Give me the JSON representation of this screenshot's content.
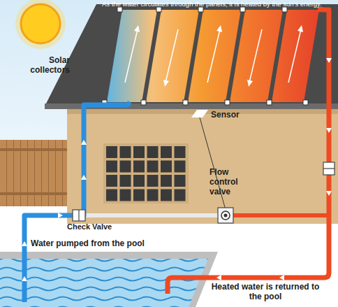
{
  "diagram": {
    "labels": [
      "As the water circulates through the panels, it is heated by the sun's energy.",
      "Solar collectors",
      "Sensor",
      "Flow control valve",
      "Check Valve",
      "Water pumped from the pool",
      "Heated water is returned to the pool"
    ]
  }
}
